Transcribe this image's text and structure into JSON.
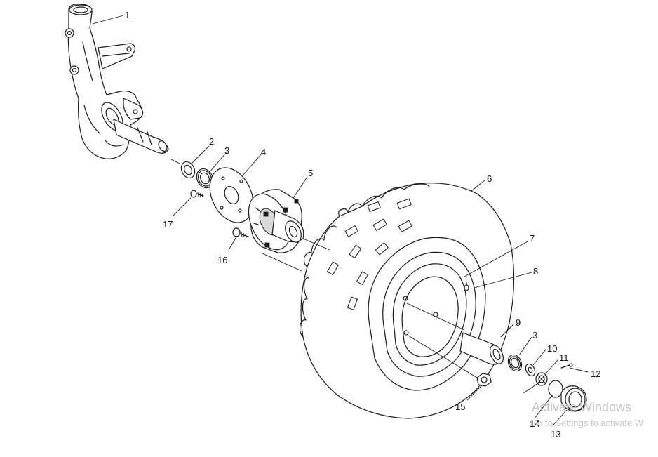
{
  "diagram": {
    "callouts": [
      {
        "id": "1",
        "label": "1"
      },
      {
        "id": "2",
        "label": "2"
      },
      {
        "id": "3a",
        "label": "3"
      },
      {
        "id": "4",
        "label": "4"
      },
      {
        "id": "5",
        "label": "5"
      },
      {
        "id": "6",
        "label": "6"
      },
      {
        "id": "7",
        "label": "7"
      },
      {
        "id": "8",
        "label": "8"
      },
      {
        "id": "9",
        "label": "9"
      },
      {
        "id": "3b",
        "label": "3"
      },
      {
        "id": "10",
        "label": "10"
      },
      {
        "id": "11",
        "label": "11"
      },
      {
        "id": "12",
        "label": "12"
      },
      {
        "id": "13",
        "label": "13"
      },
      {
        "id": "14",
        "label": "14"
      },
      {
        "id": "15",
        "label": "15"
      },
      {
        "id": "16",
        "label": "16"
      },
      {
        "id": "17",
        "label": "17"
      }
    ]
  },
  "watermark": {
    "title": "Activate Windows",
    "subtitle": "Go to Settings to activate W"
  }
}
